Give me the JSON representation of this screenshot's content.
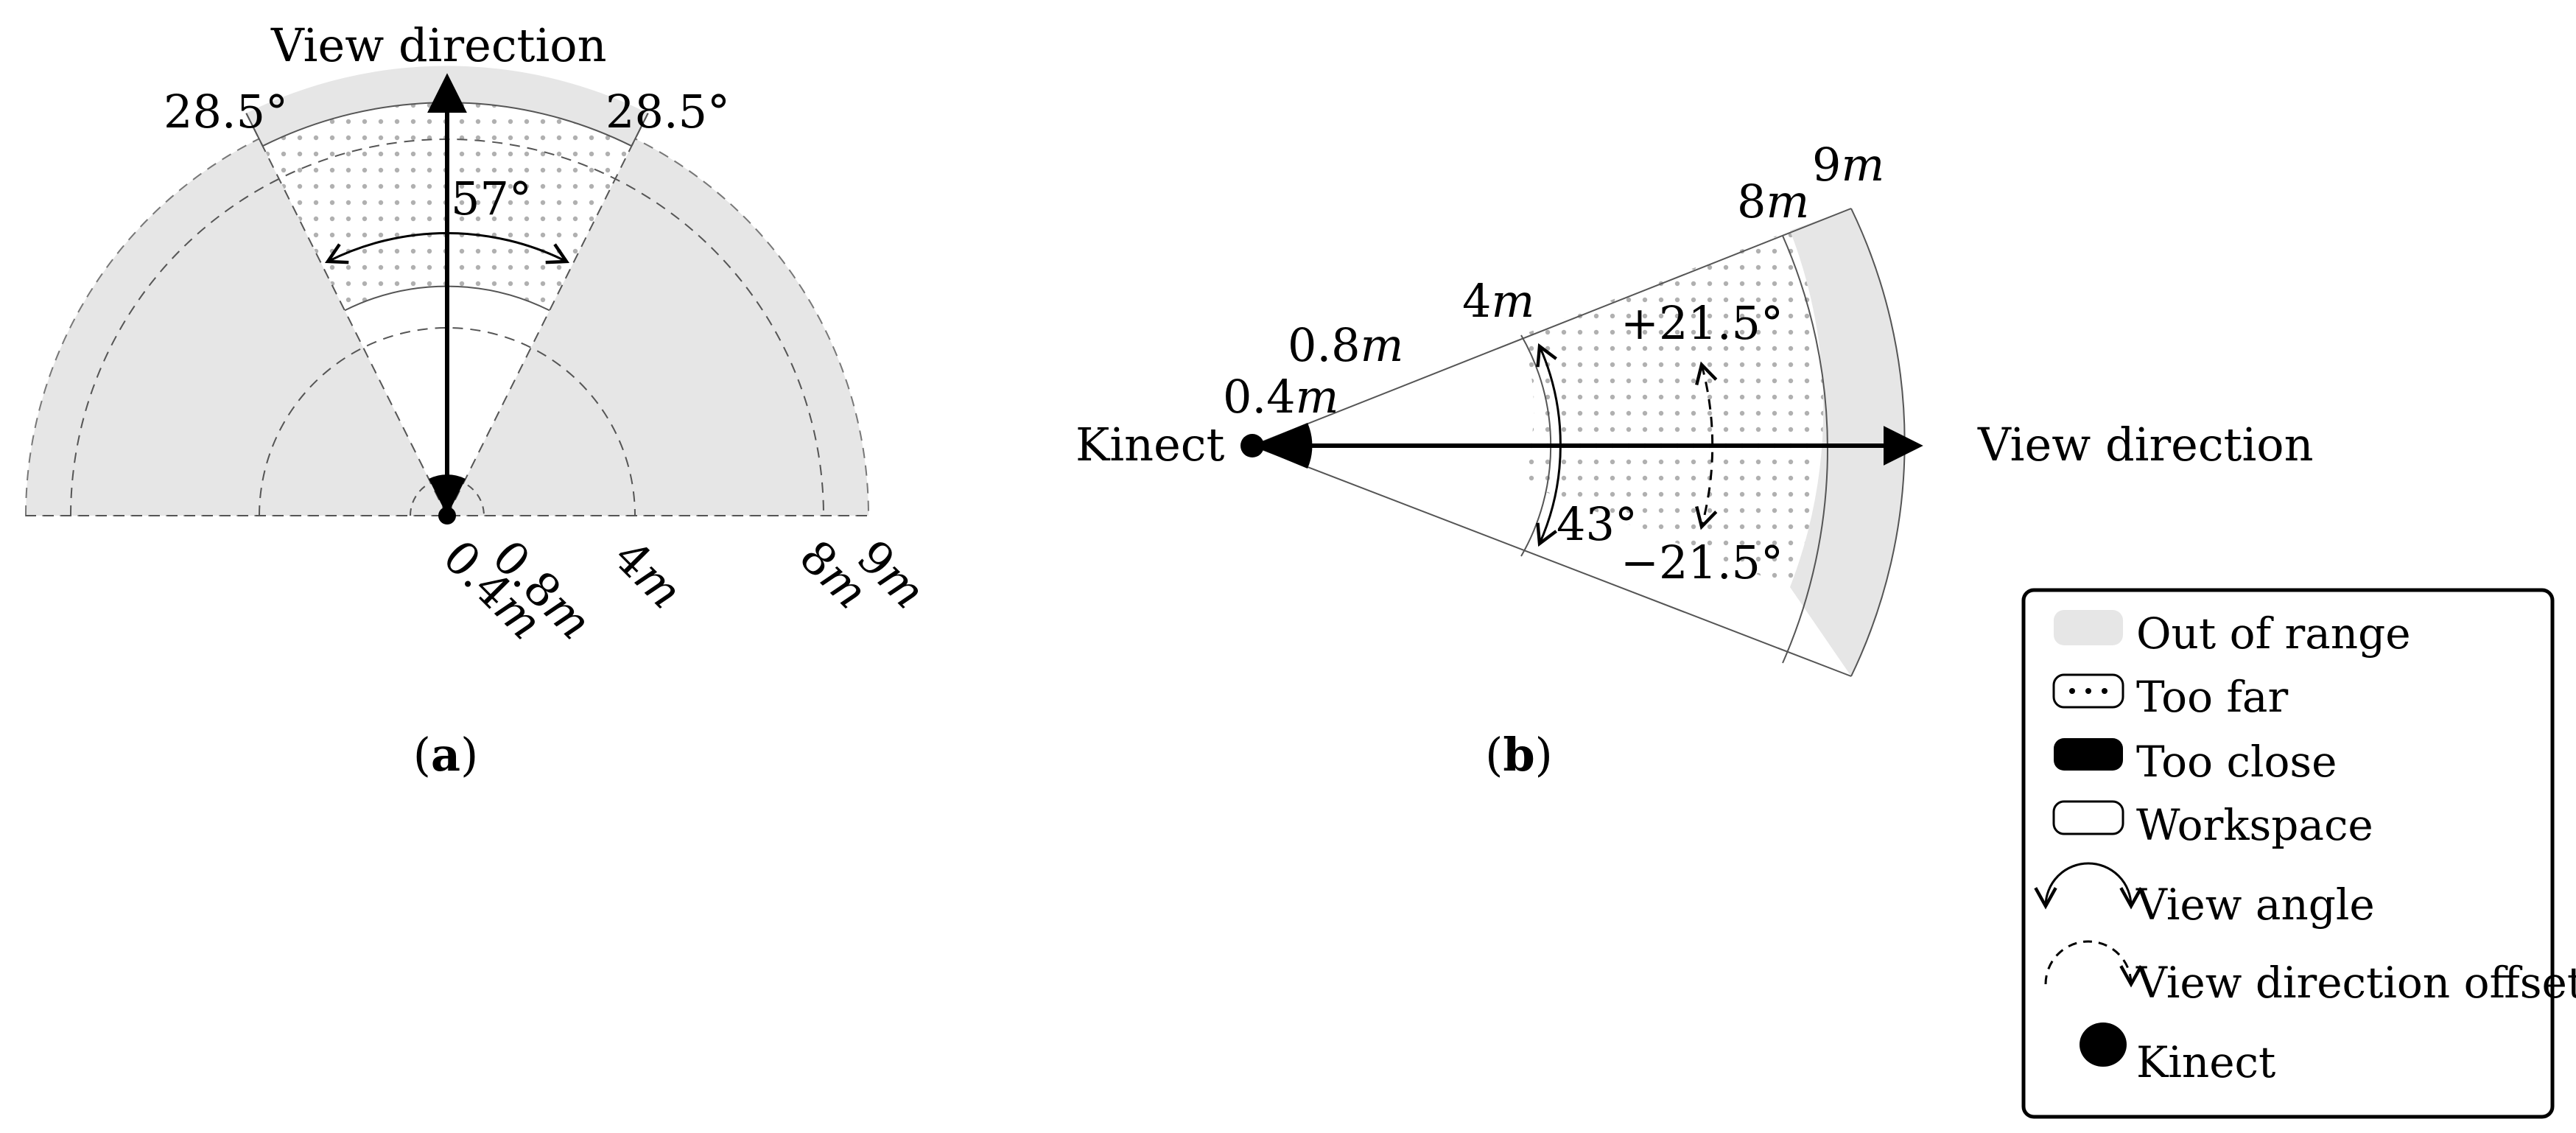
{
  "panel_a": {
    "caption_open": "(",
    "caption_letter": "a",
    "caption_close": ")",
    "view_direction": "View direction",
    "angle_left": "28.5°",
    "angle_right": "28.5°",
    "view_angle": "57°",
    "dist_04": "0.4",
    "dist_08": "0.8",
    "dist_4": "4",
    "dist_8": "8",
    "dist_9": "9",
    "unit": "m"
  },
  "panel_b": {
    "caption_open": "(",
    "caption_letter": "b",
    "caption_close": ")",
    "kinect": "Kinect",
    "view_direction": "View direction",
    "dist_04": "0.4",
    "dist_08": "0.8",
    "dist_4": "4",
    "dist_8": "8",
    "dist_9": "9",
    "unit": "m",
    "offset_plus": "+21.5°",
    "offset_minus": "−21.5°",
    "view_angle": "43°"
  },
  "legend": {
    "items": [
      {
        "label": "Out of range",
        "icon": "gray-swatch-icon"
      },
      {
        "label": "Too far",
        "icon": "dotted-swatch-icon"
      },
      {
        "label": "Too close",
        "icon": "black-swatch-icon"
      },
      {
        "label": "Workspace",
        "icon": "white-swatch-icon"
      },
      {
        "label": "View angle",
        "icon": "solid-arc-arrow-icon"
      },
      {
        "label": "View direction offset",
        "icon": "dashed-arc-arrow-icon"
      },
      {
        "label": "Kinect",
        "icon": "kinect-dot-icon"
      }
    ]
  },
  "colors": {
    "out_of_range": "#e6e6e6",
    "dots": "#b0b0b0",
    "too_close": "#000000",
    "lines": "#555555"
  }
}
